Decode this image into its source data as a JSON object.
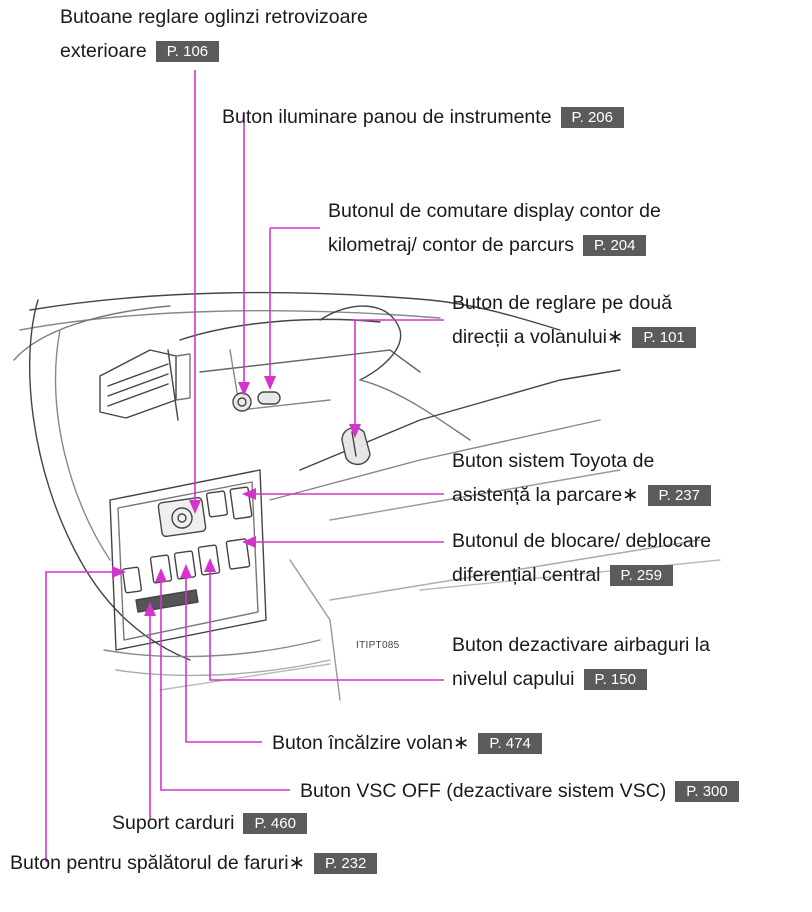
{
  "figure_code": "ITIPT085",
  "accent_color": "#d633cc",
  "callouts": [
    {
      "id": "mirror",
      "lines": [
        "Butoane reglare oglinzi retrovizoare",
        "exterioare"
      ],
      "page": "P. 106"
    },
    {
      "id": "panel-light",
      "lines": [
        "Buton iluminare panou de instrumente"
      ],
      "page": "P. 206"
    },
    {
      "id": "odometer",
      "lines": [
        "Butonul de comutare display contor de",
        "kilometraj/ contor de parcurs"
      ],
      "page": "P. 204"
    },
    {
      "id": "steering-adjust",
      "lines": [
        "Buton de reglare pe două",
        "direcții a volanului∗"
      ],
      "page": "P. 101"
    },
    {
      "id": "parking-assist",
      "lines": [
        "Buton sistem Toyota de",
        "asistență la parcare∗"
      ],
      "page": "P. 237"
    },
    {
      "id": "diff-lock",
      "lines": [
        "Butonul de blocare/ deblocare",
        "diferențial central"
      ],
      "page": "P. 259"
    },
    {
      "id": "head-airbag",
      "lines": [
        "Buton dezactivare airbaguri la",
        "nivelul capului"
      ],
      "page": "P. 150"
    },
    {
      "id": "heated-wheel",
      "lines": [
        "Buton încălzire volan∗"
      ],
      "page": "P. 474"
    },
    {
      "id": "vsc-off",
      "lines": [
        "Buton VSC OFF (dezactivare sistem VSC)"
      ],
      "page": "P. 300"
    },
    {
      "id": "card-holder",
      "lines": [
        "Suport carduri"
      ],
      "page": "P. 460"
    },
    {
      "id": "headlamp-washer",
      "lines": [
        "Buton pentru spălătorul de faruri∗"
      ],
      "page": "P. 232"
    }
  ]
}
